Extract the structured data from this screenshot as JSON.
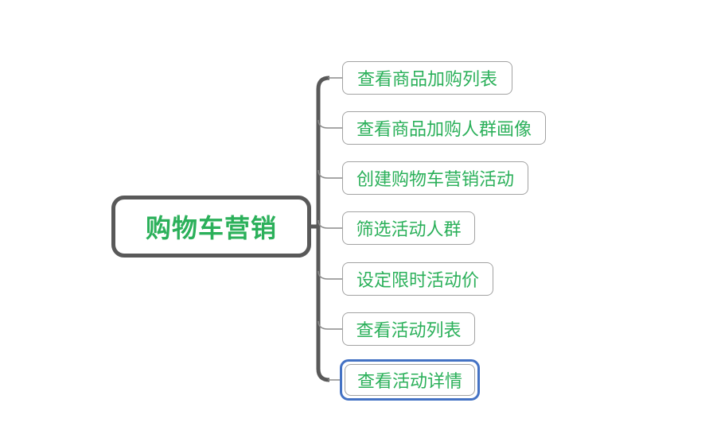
{
  "app": {
    "type": "mindmap",
    "background": "#ffffff"
  },
  "colors": {
    "text_green": "#2bb05a",
    "root_border": "#595959",
    "connector": "#595959",
    "branch": "#8a8a8a",
    "child_border": "#a2a2a2",
    "selection_blue": "#4472c4",
    "canvas_bg": "#ffffff"
  },
  "mindmap": {
    "root": {
      "label": "购物车营销"
    },
    "children": [
      {
        "label": "查看商品加购列表",
        "selected": false
      },
      {
        "label": "查看商品加购人群画像",
        "selected": false
      },
      {
        "label": "创建购物车营销活动",
        "selected": false
      },
      {
        "label": "筛选活动人群",
        "selected": false
      },
      {
        "label": "设定限时活动价",
        "selected": false
      },
      {
        "label": "查看活动列表",
        "selected": false
      },
      {
        "label": "查看活动详情",
        "selected": true
      }
    ]
  }
}
